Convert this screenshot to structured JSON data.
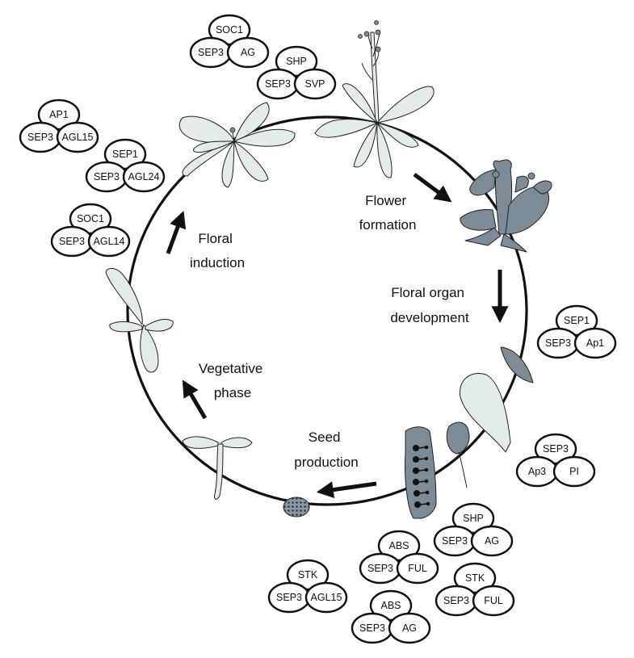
{
  "stages": {
    "flower_formation": [
      "Flower",
      "formation"
    ],
    "floral_organ_development": [
      "Floral organ",
      "development"
    ],
    "seed_production": [
      "Seed",
      "production"
    ],
    "vegetative_phase": [
      "Vegetative",
      "phase"
    ],
    "floral_induction": [
      "Floral",
      "induction"
    ]
  },
  "complexes": [
    {
      "top": "SOC1",
      "left": "SEP3",
      "right": "AG"
    },
    {
      "top": "SHP",
      "left": "SEP3",
      "right": "SVP"
    },
    {
      "top": "AP1",
      "left": "SEP3",
      "right": "AGL15"
    },
    {
      "top": "SEP1",
      "left": "SEP3",
      "right": "AGL24"
    },
    {
      "top": "SOC1",
      "left": "SEP3",
      "right": "AGL14"
    },
    {
      "top": "SEP1",
      "left": "SEP3",
      "right": "Ap1"
    },
    {
      "top": "SEP3",
      "left": "Ap3",
      "right": "PI"
    },
    {
      "top": "SHP",
      "left": "SEP3",
      "right": "AG"
    },
    {
      "top": "ABS",
      "left": "SEP3",
      "right": "FUL"
    },
    {
      "top": "STK",
      "left": "SEP3",
      "right": "FUL"
    },
    {
      "top": "STK",
      "left": "SEP3",
      "right": "AGL15"
    },
    {
      "top": "ABS",
      "left": "SEP3",
      "right": "AG"
    }
  ]
}
